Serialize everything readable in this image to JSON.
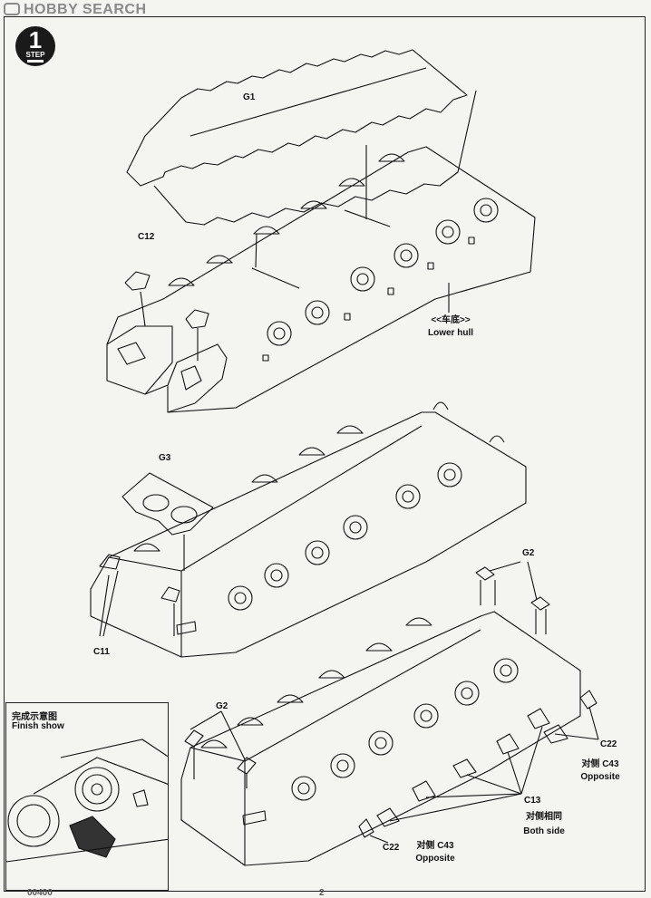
{
  "watermark": {
    "brand": "HOBBY SEARCH"
  },
  "step": {
    "number": "1",
    "label": "STEP"
  },
  "parts": {
    "g1": "G1",
    "c12": "C12",
    "g3": "G3",
    "c11": "C11",
    "g2_top": "G2",
    "g2_bottom": "G2",
    "c22_right": "C22",
    "c22_bottom": "C22",
    "c13": "C13"
  },
  "notes": {
    "lower_hull_cn": "<<车底>>",
    "lower_hull_en": "Lower hull",
    "opposite_cn_right": "对侧 C43",
    "opposite_en_right": "Opposite",
    "both_side_cn": "对侧相同",
    "both_side_en": "Both side",
    "opposite_cn_bottom": "对侧 C43",
    "opposite_en_bottom": "Opposite"
  },
  "inset": {
    "title_cn": "完成示意图",
    "title_en": "Finish show"
  },
  "footer": {
    "page_number": "00400",
    "folio": "2"
  },
  "colors": {
    "ink": "#111111",
    "paper": "#f4f4f1",
    "badge": "#1a1a1a"
  }
}
